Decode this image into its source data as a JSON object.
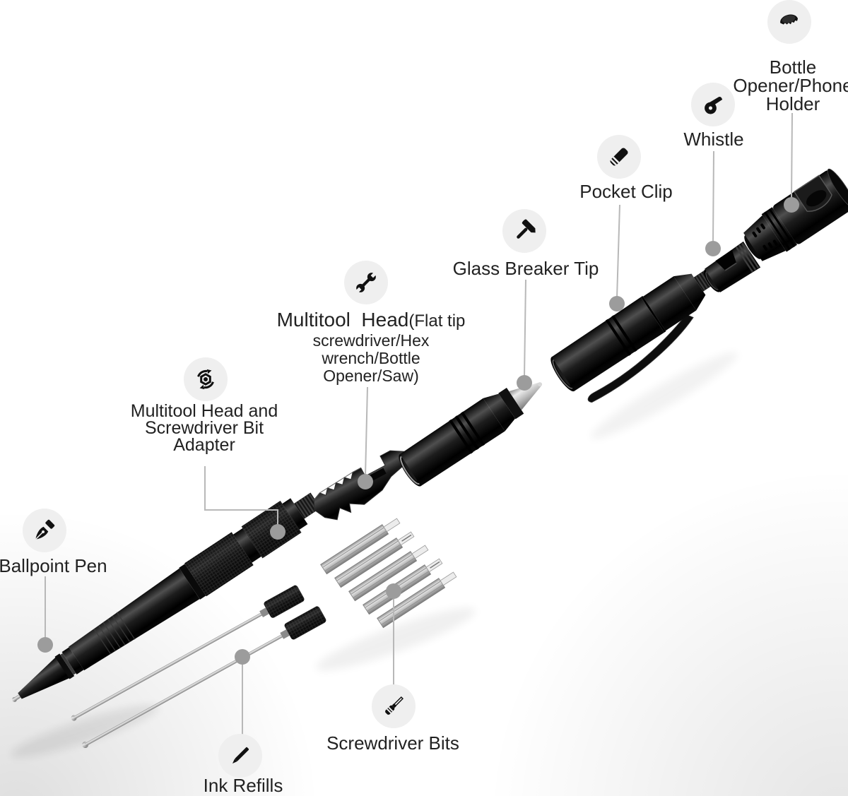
{
  "product_diagram": "tactical-pen-multitool-exploded-view",
  "style": {
    "background": "#ffffff",
    "badge_bg": "#efefef",
    "icon_color": "#111111",
    "leader_line_color": "#b8b8b8",
    "leader_dot_color": "#9c9c9c",
    "text_color": "#222222",
    "part_black": "#141414",
    "metal_silver": "#c9c9c9"
  },
  "callouts": [
    {
      "id": "ballpoint-pen",
      "icon": "pen-nib-icon",
      "label": "Ballpoint Pen"
    },
    {
      "id": "multitool-adapter",
      "icon": "rotating-nut-icon",
      "lines": [
        "Multitool Head and",
        "Screwdriver Bit",
        "Adapter"
      ]
    },
    {
      "id": "multitool-head",
      "icon": "wrench-icon",
      "title": "Multitool  Head",
      "paren": "(Flat tip",
      "lines": [
        "screwdriver/Hex",
        "wrench/Bottle",
        "Opener/Saw)"
      ]
    },
    {
      "id": "glass-breaker-tip",
      "icon": "hammer-icon",
      "label": "Glass Breaker Tip"
    },
    {
      "id": "pocket-clip",
      "icon": "pocket-clip-icon",
      "label": "Pocket Clip"
    },
    {
      "id": "whistle",
      "icon": "whistle-icon",
      "label": "Whistle"
    },
    {
      "id": "bottle-opener-phone-holder",
      "icon": "bottle-cap-icon",
      "lines": [
        "Bottle",
        "Opener/Phone",
        "Holder"
      ]
    },
    {
      "id": "ink-refills",
      "icon": "pencil-icon",
      "label": "Ink Refills"
    },
    {
      "id": "screwdriver-bits",
      "icon": "screwdriver-icon",
      "label": "Screwdriver Bits"
    }
  ]
}
